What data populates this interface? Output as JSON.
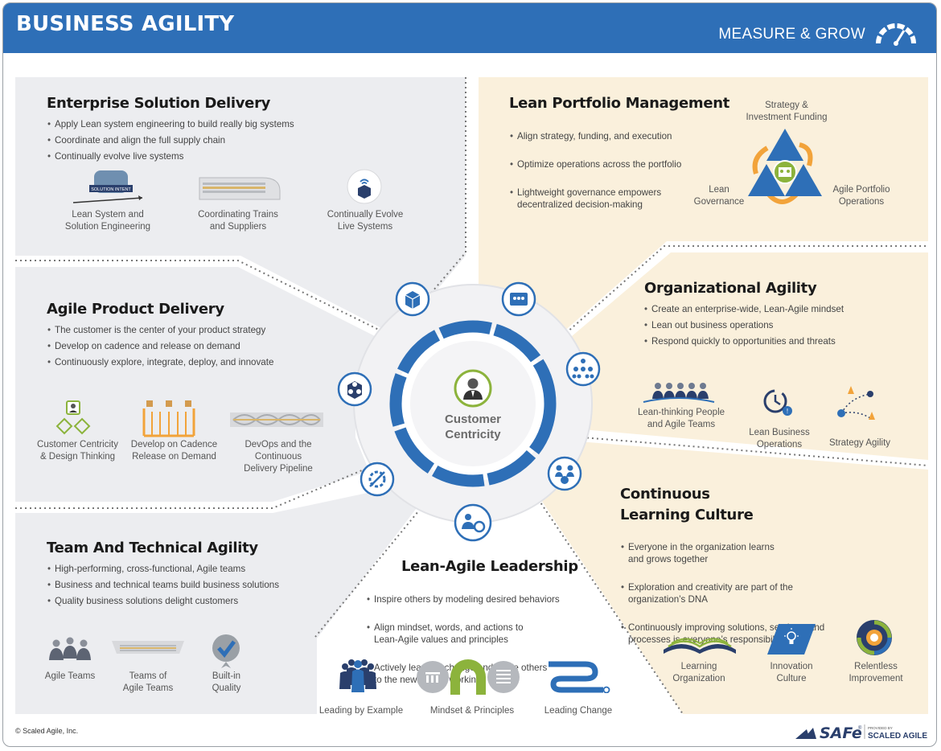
{
  "header": {
    "title": "BUSINESS AGILITY",
    "subtitle": "MEASURE & GROW",
    "gauge_icon": "gauge-icon"
  },
  "colors": {
    "header_blue": "#2e6fb7",
    "ring_blue": "#2e6fb7",
    "gray_panel": "#ecedf0",
    "cream_panel": "#faf0dc",
    "accent_green": "#8cb33c",
    "accent_orange": "#f2a33a",
    "icon_navy": "#2a3f6c"
  },
  "center": {
    "label": "Customer\nCentricity",
    "icon": "customer-person-icon"
  },
  "sections": {
    "enterprise": {
      "title": "Enterprise Solution Delivery",
      "bullets": [
        "Apply Lean system engineering to build really big systems",
        "Coordinate and align the full supply chain",
        "Continually evolve live systems"
      ],
      "items": [
        {
          "caption": "Lean System and\nSolution Engineering",
          "icon": "solution-intent-icon",
          "badge": "SOLUTION INTENT"
        },
        {
          "caption": "Coordinating Trains\nand Suppliers",
          "icon": "train-icon"
        },
        {
          "caption": "Continually Evolve\nLive Systems",
          "icon": "live-system-box-icon"
        }
      ]
    },
    "portfolio": {
      "title": "Lean Portfolio Management",
      "bullets": [
        "Align strategy, funding, and execution",
        "Optimize operations across the portfolio",
        "Lightweight governance empowers\ndecentralized decision-making"
      ],
      "triangle_labels": {
        "top": "Strategy &\nInvestment Funding",
        "left": "Lean\nGovernance",
        "right": "Agile Portfolio\nOperations"
      }
    },
    "product": {
      "title": "Agile Product Delivery",
      "bullets": [
        "The customer is the center of your product strategy",
        "Develop on cadence and release on demand",
        "Continuously explore, integrate, deploy, and innovate"
      ],
      "items": [
        {
          "caption": "Customer Centricity\n& Design Thinking",
          "icon": "design-thinking-icon"
        },
        {
          "caption": "Develop on Cadence\nRelease on Demand",
          "icon": "cadence-release-icon"
        },
        {
          "caption": "DevOps and the Continuous\nDelivery Pipeline",
          "icon": "pipeline-icon"
        }
      ]
    },
    "org": {
      "title": "Organizational Agility",
      "bullets": [
        "Create an enterprise-wide, Lean-Agile mindset",
        "Lean out business operations",
        "Respond quickly to opportunities and threats"
      ],
      "items": [
        {
          "caption": "Lean-thinking People\nand Agile Teams",
          "icon": "people-teams-icon"
        },
        {
          "caption": "Lean Business\nOperations",
          "icon": "business-operations-icon"
        },
        {
          "caption": "Strategy Agility",
          "icon": "strategy-agility-icon"
        }
      ]
    },
    "team": {
      "title": "Team And Technical Agility",
      "bullets": [
        "High-performing, cross-functional, Agile teams",
        "Business and technical teams build business solutions",
        "Quality business solutions delight customers"
      ],
      "items": [
        {
          "caption": "Agile Teams",
          "icon": "agile-teams-icon"
        },
        {
          "caption": "Teams of\nAgile Teams",
          "icon": "team-of-teams-icon"
        },
        {
          "caption": "Built-in\nQuality",
          "icon": "quality-check-icon"
        }
      ]
    },
    "leadership": {
      "title": "Lean-Agile Leadership",
      "bullets": [
        "Inspire others by modeling desired behaviors",
        "Align mindset, words, and actions to\nLean-Agile values and principles",
        "Actively lead the change and guide others\nto the new way of working"
      ],
      "items": [
        {
          "caption": "Leading by Example",
          "icon": "leading-example-icon"
        },
        {
          "caption": "Mindset & Principles",
          "icon": "mindset-principles-icon"
        },
        {
          "caption": "Leading Change",
          "icon": "leading-change-icon"
        }
      ]
    },
    "learning": {
      "title": "Continuous\nLearning Culture",
      "bullets": [
        "Everyone in the organization learns\nand grows together",
        "Exploration and creativity are part of the\norganization’s DNA",
        "Continuously improving solutions, services, and\nprocesses is everyone’s responsibility"
      ],
      "items": [
        {
          "caption": "Learning\nOrganization",
          "icon": "open-book-icon"
        },
        {
          "caption": "Innovation\nCulture",
          "icon": "lightbulb-icon"
        },
        {
          "caption": "Relentless\nImprovement",
          "icon": "improvement-cycle-icon"
        }
      ]
    }
  },
  "ring_icons": [
    "enterprise-xl-box-icon",
    "portfolio-icon",
    "organization-chart-icon",
    "learning-culture-icon",
    "leadership-icon",
    "team-agility-icon",
    "dvf-product-icon"
  ],
  "footer": {
    "copyright": "© Scaled Agile, Inc.",
    "logo_text": "SAFe",
    "logo_sup": "®",
    "provided_by": "PROVIDED BY",
    "logo_company": "SCALED AGILE"
  }
}
